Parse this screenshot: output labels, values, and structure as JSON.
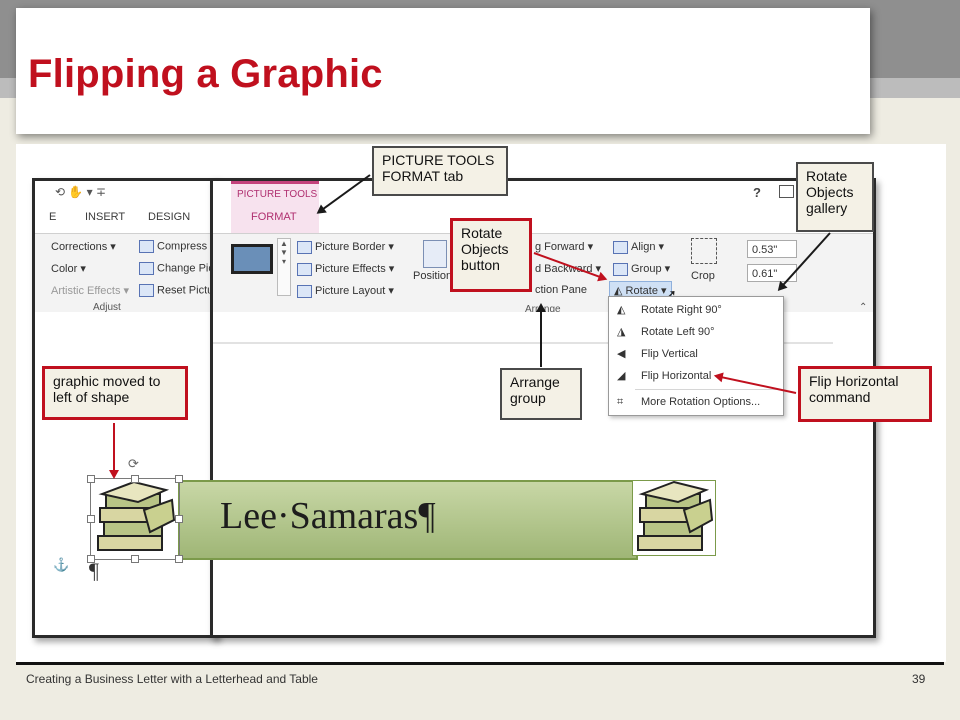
{
  "slide": {
    "title": "Flipping a Graphic",
    "footer_text": "Creating a Business Letter with a Letterhead and Table",
    "page_number": "39"
  },
  "ribbon": {
    "tabs": {
      "home": "E",
      "insert": "INSERT",
      "design": "DESIGN",
      "picture_tools": "PICTURE TOOLS",
      "format": "FORMAT"
    },
    "adjust": {
      "corrections": "Corrections",
      "color": "Color",
      "artistic": "Artistic Effects",
      "compress": "Compress",
      "change": "Change Pic",
      "reset": "Reset Pictu",
      "label": "Adjust"
    },
    "styles": {
      "border": "Picture Border",
      "effects": "Picture Effects",
      "layout": "Picture Layout"
    },
    "arrange": {
      "position": "Position",
      "forward": "g Forward",
      "backward": "d Backward",
      "pane": "ction Pane",
      "align": "Align",
      "group": "Group",
      "rotate": "Rotate",
      "label": "Arrange"
    },
    "size": {
      "crop": "Crop",
      "height": "0.53\"",
      "width": "0.61\""
    },
    "help": "?"
  },
  "rotate_menu": {
    "items": [
      "Rotate Right 90°",
      "Rotate Left 90°",
      "Flip Vertical",
      "Flip Horizontal",
      "More Rotation Options..."
    ]
  },
  "document": {
    "letterhead_text": "Lee·Samaras¶",
    "pilcrow": "¶"
  },
  "callouts": {
    "picture_tools": "PICTURE TOOLS FORMAT tab",
    "rotate_button": "Rotate Objects button",
    "rotate_gallery": "Rotate Objects gallery",
    "graphic_moved": "graphic moved to left of shape",
    "arrange_group": "Arrange group",
    "flip_horizontal": "Flip Horizontal command"
  },
  "colors": {
    "accent": "#c0101e",
    "letterhead": "#a9bd80"
  }
}
